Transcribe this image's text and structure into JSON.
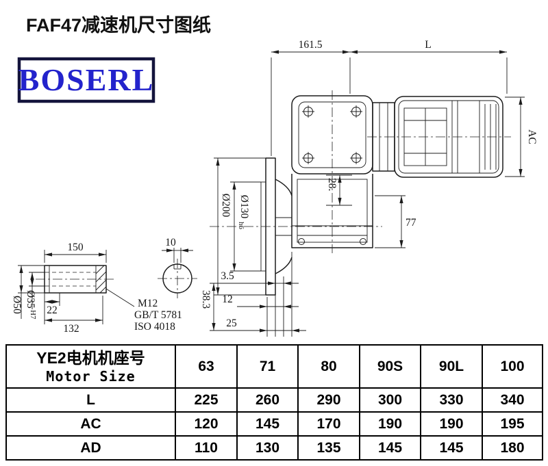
{
  "title": "FAF47减速机尺寸图纸",
  "logo": "BOSERL",
  "dims": {
    "len161": "161.5",
    "L": "L",
    "AC": "AC",
    "d200": "Ø200",
    "d130": "Ø130",
    "d130_tol": "h6",
    "n28": "28.",
    "n77": "77",
    "n150": "150",
    "n10": "10",
    "d50": "Ø50",
    "d35": "Ø35",
    "d35_tol": "H7",
    "n22": "22",
    "n132": "132",
    "thread": "M12",
    "std_gb": "GB/T 5781",
    "std_iso": "ISO 4018",
    "n3_5": "3.5",
    "n12": "12",
    "n25": "25",
    "n38_3": "38.3"
  },
  "table": {
    "row_header_cn": "YE2电机机座号",
    "row_header_en": "Motor Size",
    "columns": [
      "63",
      "71",
      "80",
      "90S",
      "90L",
      "100"
    ],
    "rows": [
      {
        "label": "L",
        "values": [
          "225",
          "260",
          "290",
          "300",
          "330",
          "340"
        ]
      },
      {
        "label": "AC",
        "values": [
          "120",
          "145",
          "170",
          "190",
          "190",
          "195"
        ]
      },
      {
        "label": "AD",
        "values": [
          "110",
          "130",
          "135",
          "145",
          "145",
          "180"
        ]
      }
    ]
  }
}
